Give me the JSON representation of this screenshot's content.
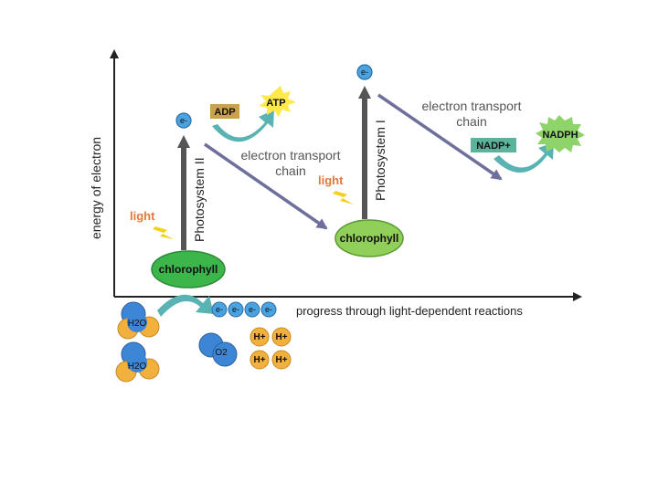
{
  "axes": {
    "y_label": "energy of electron",
    "x_label": "progress through light-dependent reactions"
  },
  "photosystem_ii": {
    "label": "Photosystem II",
    "chlorophyll": "chlorophyll",
    "light": "light",
    "electron": "e-"
  },
  "photosystem_i": {
    "label": "Photosystem I",
    "chlorophyll": "chlorophyll",
    "light": "light",
    "electron": "e-"
  },
  "etc1": {
    "line1": "electron transport",
    "line2": "chain"
  },
  "etc2": {
    "line1": "electron transport",
    "line2": "chain"
  },
  "atp_step": {
    "reactant": "ADP",
    "product": "ATP"
  },
  "nadph_step": {
    "reactant": "NADP+",
    "product": "NADPH"
  },
  "water_split": {
    "water": [
      "H2O",
      "H2O"
    ],
    "electrons": [
      "e-",
      "e-",
      "e-",
      "e-"
    ],
    "oxygen": "O2",
    "protons": [
      "H+",
      "H+",
      "H+",
      "H+"
    ]
  },
  "colors": {
    "chlorophyll_green": "#3cb54a",
    "chlorophyll_light": "#8fcf5a",
    "teal_arrow": "#5ab3b3",
    "etc_arrow": "#6f6f9c",
    "axis": "#222222",
    "light_text": "#e07a3c",
    "bolt": "#f2d21c",
    "electron_blue": "#4aa3df",
    "molecule_blue": "#3d86d6",
    "molecule_orange": "#f2b03c",
    "adp_box": "#c9a24a",
    "nadp_box": "#5ab39a",
    "atp_burst": "#ffe94d",
    "nadph_burst": "#8fd46a"
  }
}
